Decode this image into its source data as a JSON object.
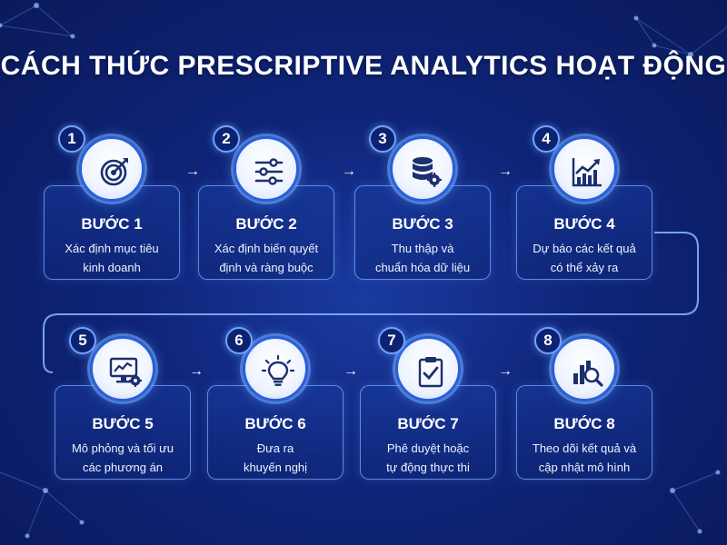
{
  "title": "CÁCH THỨC PRESCRIPTIVE ANALYTICS HOẠT ĐỘNG",
  "accent_color": "#2b5fd9",
  "background_color": "#0f2478",
  "steps": [
    {
      "number": "1",
      "title": "BƯỚC 1",
      "desc_line1": "Xác định mục tiêu",
      "desc_line2": "kinh doanh",
      "icon": "target-icon"
    },
    {
      "number": "2",
      "title": "BƯỚC 2",
      "desc_line1": "Xác định biến quyết",
      "desc_line2": "định và ràng buộc",
      "icon": "sliders-icon"
    },
    {
      "number": "3",
      "title": "BƯỚC 3",
      "desc_line1": "Thu thập và",
      "desc_line2": "chuẩn hóa dữ liệu",
      "icon": "database-gear-icon"
    },
    {
      "number": "4",
      "title": "BƯỚC 4",
      "desc_line1": "Dự báo các kết quả",
      "desc_line2": "có thể xảy ra",
      "icon": "trend-chart-icon"
    },
    {
      "number": "5",
      "title": "BƯỚC 5",
      "desc_line1": "Mô phỏng và tối ưu",
      "desc_line2": "các phương án",
      "icon": "monitor-gear-icon"
    },
    {
      "number": "6",
      "title": "BƯỚC 6",
      "desc_line1": "Đưa ra",
      "desc_line2": "khuyến nghị",
      "icon": "lightbulb-icon"
    },
    {
      "number": "7",
      "title": "BƯỚC 7",
      "desc_line1": "Phê duyệt hoặc",
      "desc_line2": "tự động thực thi",
      "icon": "clipboard-check-icon"
    },
    {
      "number": "8",
      "title": "BƯỚC 8",
      "desc_line1": "Theo dõi kết quả và",
      "desc_line2": "cập nhật mô hình",
      "icon": "chart-search-icon"
    }
  ],
  "arrow_glyph": "→"
}
